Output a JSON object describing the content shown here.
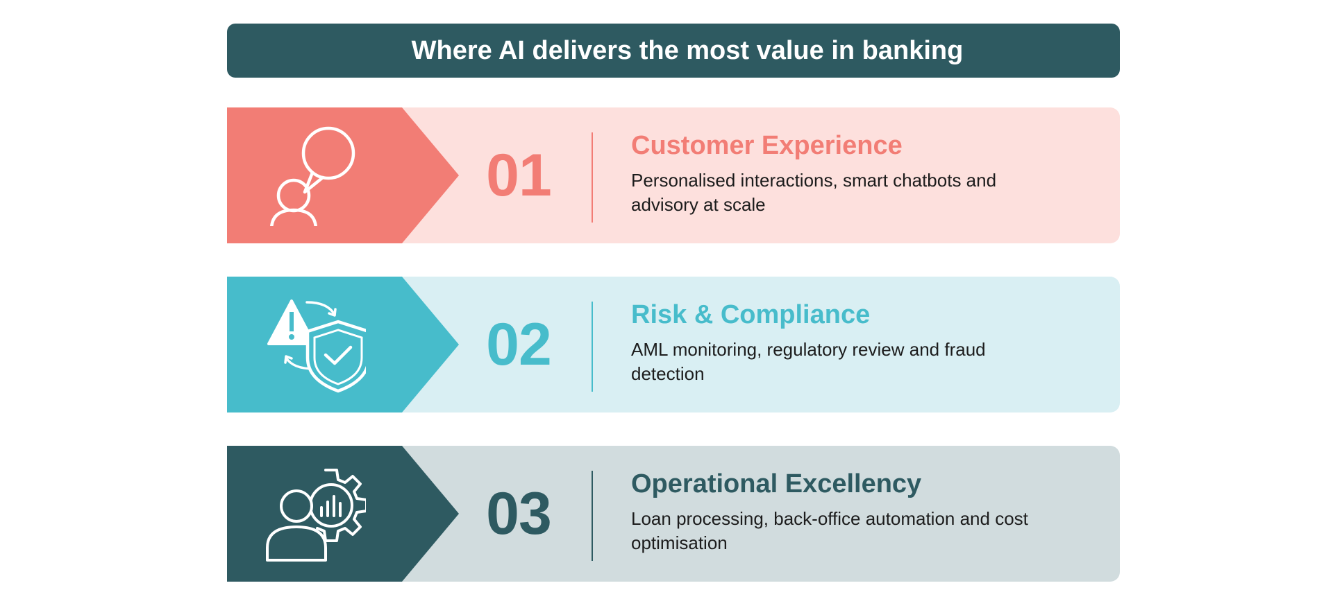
{
  "title": "Where AI delivers the most value in banking",
  "colors": {
    "title_bg": "#2e5a61",
    "row1_accent": "#f27d75",
    "row1_bg": "#fde0dd",
    "row2_accent": "#47bccb",
    "row2_bg": "#d9eff3",
    "row3_accent": "#2e5a61",
    "row3_bg": "#d1dcde"
  },
  "rows": [
    {
      "number": "01",
      "heading": "Customer Experience",
      "description": "Personalised interactions, smart chatbots and advisory at scale",
      "icon": "person-chat-icon"
    },
    {
      "number": "02",
      "heading": "Risk & Compliance",
      "description": "AML monitoring, regulatory review and fraud detection",
      "icon": "warning-shield-icon"
    },
    {
      "number": "03",
      "heading": "Operational Excellency",
      "description": "Loan processing, back-office automation and cost optimisation",
      "icon": "person-gear-icon"
    }
  ]
}
